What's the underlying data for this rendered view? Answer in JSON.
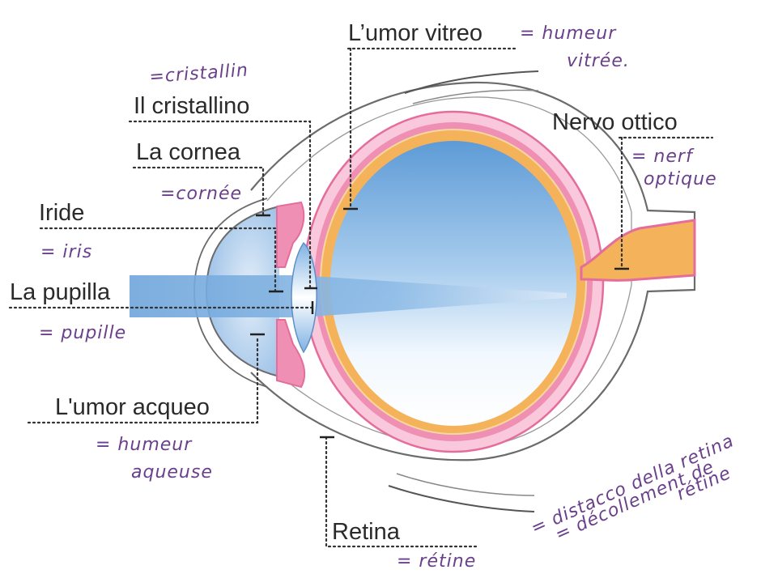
{
  "labels": {
    "umor_vitreo": "L’umor vitreo",
    "cristallino": "Il cristallino",
    "cornea": "La cornea",
    "nervo_ottico": "Nervo ottico",
    "iride": "Iride",
    "pupilla": "La pupilla",
    "umor_acqueo": "L'umor acqueo",
    "retina": "Retina"
  },
  "handwritten": {
    "humeur_vitree_1": "= humeur",
    "humeur_vitree_2": "vitrée.",
    "cristallin": "=cristallin",
    "cornee": "=cornée",
    "nerf_1": "= nerf",
    "nerf_2": "optique",
    "iris": "= iris",
    "pupille": "= pupille",
    "humeur_aqueuse_1": "= humeur",
    "humeur_aqueuse_2": "aqueuse",
    "retine": "= rétine",
    "distacco": "= distacco della retina",
    "decollement": "= décollement de",
    "retine_2": "rétine"
  },
  "colors": {
    "vitreous_top": "#6ea6dc",
    "vitreous_bottom": "#ffffff",
    "retina_orange": "#f4b35a",
    "choroid_pink": "#ef8fb3",
    "sclera_pink": "#f9c8da",
    "light_beam": "#7fb0e0",
    "handwriting": "#6a3f8c"
  }
}
